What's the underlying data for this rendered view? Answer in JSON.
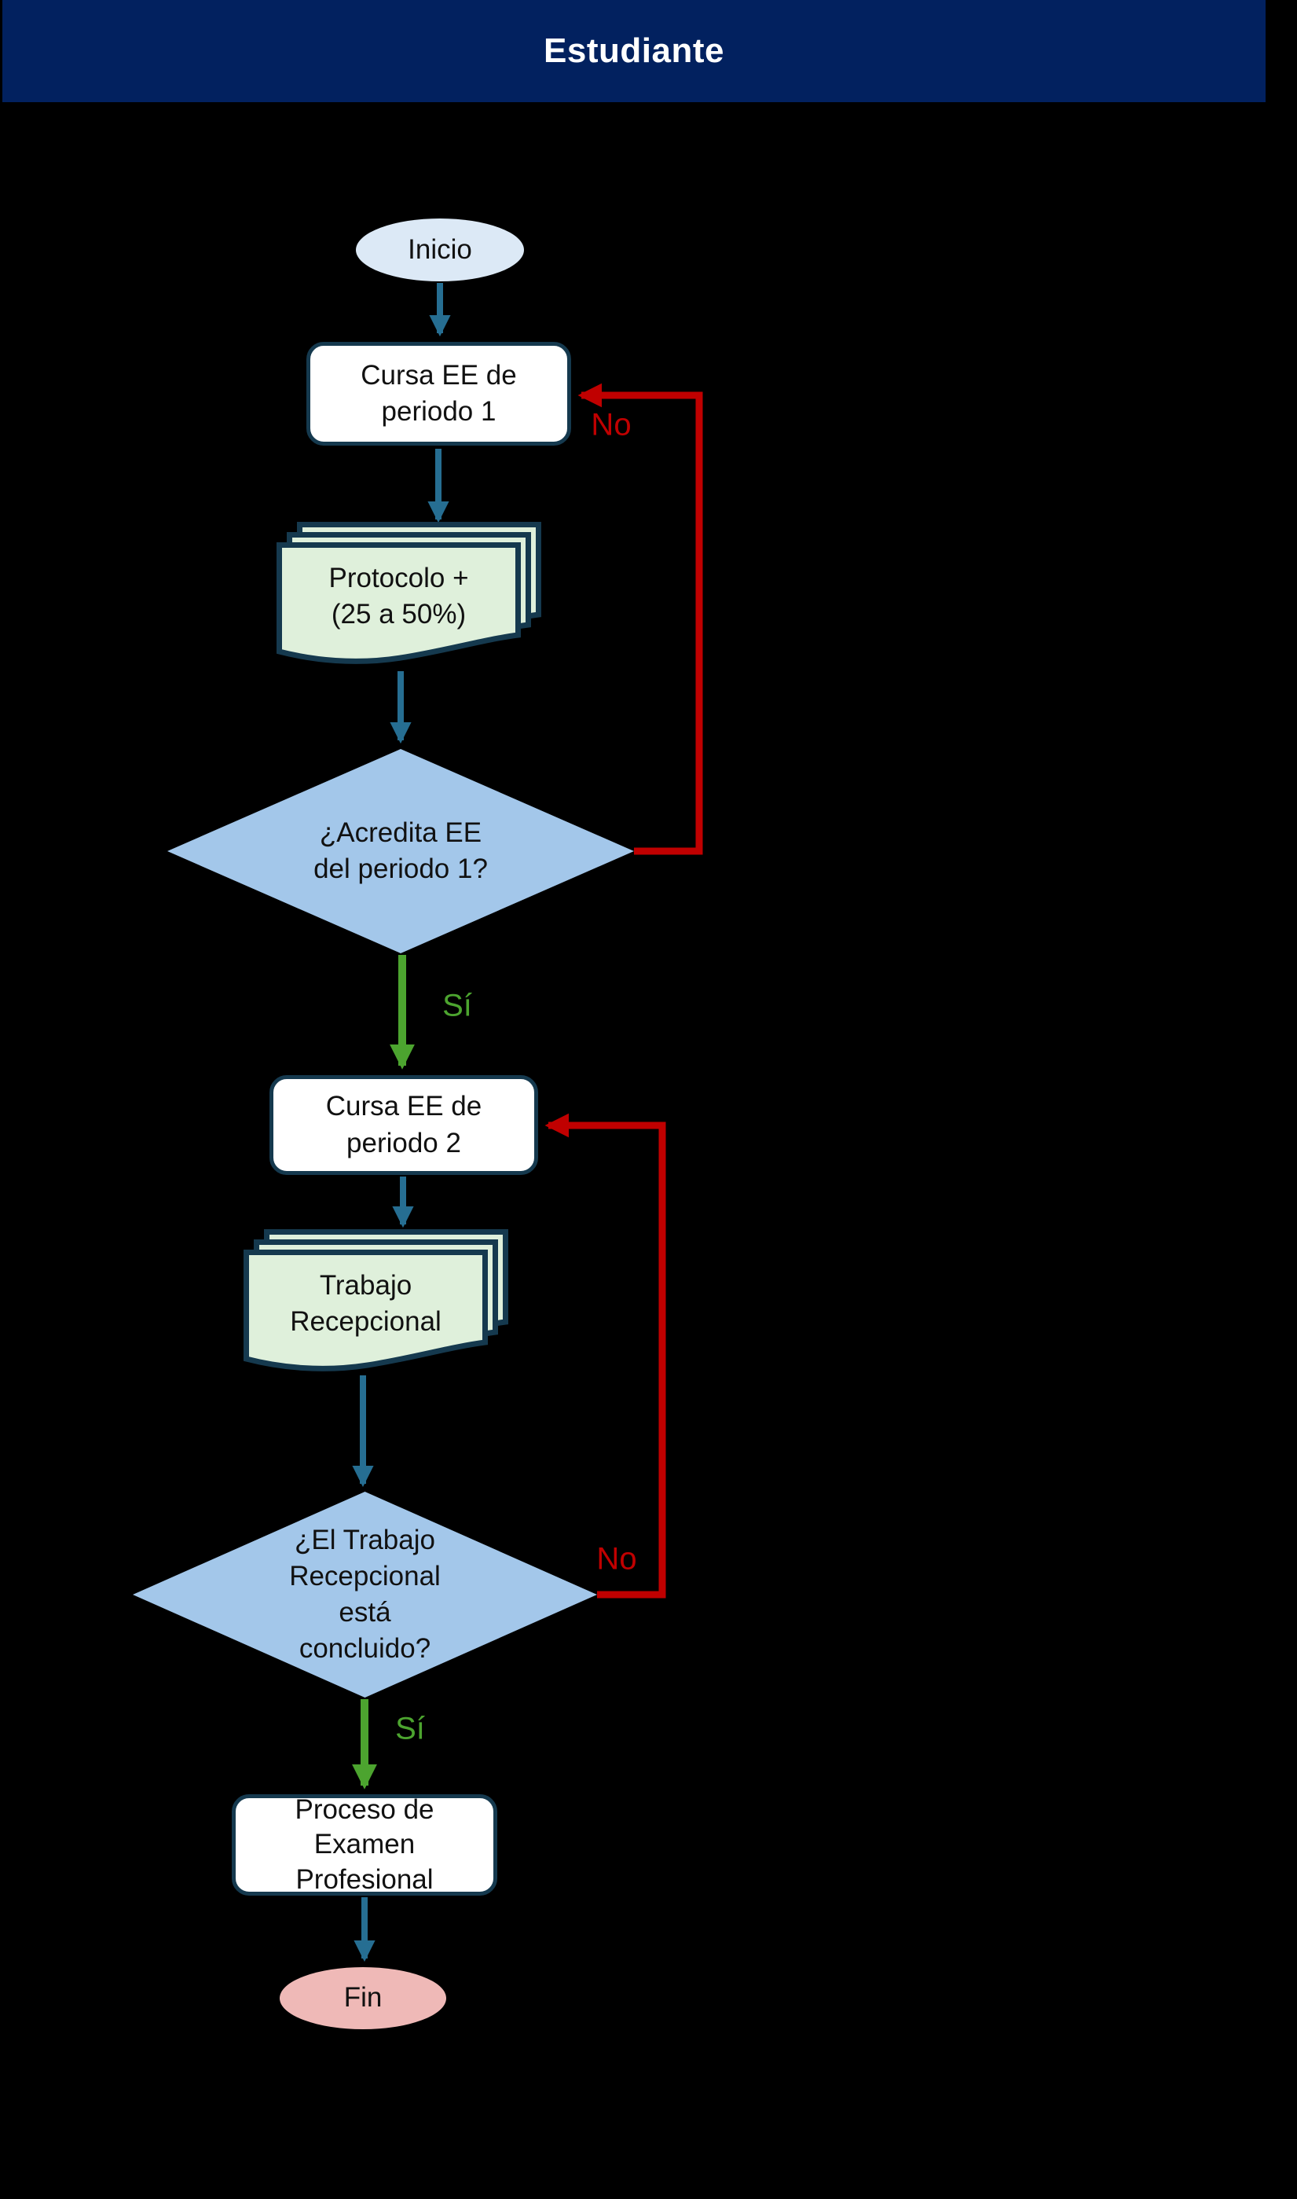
{
  "header": {
    "title": "Estudiante"
  },
  "colors": {
    "header_bg": "#02215F",
    "header_text": "#FFFFFF",
    "arrow_teal": "#266E92",
    "yes_green": "#4CA42F",
    "no_red": "#C00000",
    "decision_fill": "#A3C7EA",
    "document_fill": "#DFF0DB",
    "shape_border": "#15394E",
    "start_fill": "#DCE9F6",
    "end_fill": "#EFB9B7",
    "box_fill": "#FFFFFF",
    "ink": "#111111"
  },
  "flowchart": {
    "nodes": {
      "inicio": {
        "type": "start-terminator",
        "label": "Inicio"
      },
      "box1": {
        "type": "process",
        "label": "Cursa EE de\nperiodo 1"
      },
      "doc1": {
        "type": "multi-document",
        "label": "Protocolo +\n(25 a 50%)"
      },
      "decision1": {
        "type": "decision",
        "label": "¿Acredita EE\ndel periodo 1?"
      },
      "box2": {
        "type": "process",
        "label": "Cursa EE de\nperiodo 2"
      },
      "doc2": {
        "type": "multi-document",
        "label": "Trabajo\nRecepcional"
      },
      "decision2": {
        "type": "decision",
        "label": "¿El Trabajo\nRecepcional\nestá\nconcluido?"
      },
      "box3": {
        "type": "process",
        "label": "Proceso de\nExamen\nProfesional"
      },
      "fin": {
        "type": "end-terminator",
        "label": "Fin"
      }
    },
    "edge_labels": {
      "no1": "No",
      "si1": "Sí",
      "no2": "No",
      "si2": "Sí"
    }
  }
}
